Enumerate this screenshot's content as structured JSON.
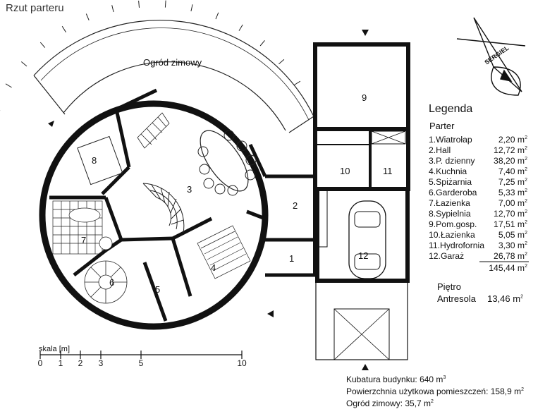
{
  "title": "Rzut parteru",
  "legend": {
    "title": "Legenda",
    "section": "Parter",
    "rooms": [
      {
        "name": "1.Wiatrołap",
        "area": "2,20 m",
        "sup": "2"
      },
      {
        "name": "2.Hall",
        "area": "12,72 m",
        "sup": "2"
      },
      {
        "name": "3.P. dzienny",
        "area": "38,20 m",
        "sup": "2"
      },
      {
        "name": "4.Kuchnia",
        "area": "7,40 m",
        "sup": "2"
      },
      {
        "name": "5.Spiżarnia",
        "area": "7,25 m",
        "sup": "2"
      },
      {
        "name": "6.Garderoba",
        "area": "5,33 m",
        "sup": "2"
      },
      {
        "name": "7.Łazienka",
        "area": "7,00 m",
        "sup": "2"
      },
      {
        "name": "8.Sypielnia",
        "area": "12,70 m",
        "sup": "2"
      },
      {
        "name": "9.Pom.gosp.",
        "area": "17,51 m",
        "sup": "2"
      },
      {
        "name": "10.Łazienka",
        "area": "5,05 m",
        "sup": "2"
      },
      {
        "name": "11.Hydrofornia",
        "area": "3,30 m",
        "sup": "2"
      },
      {
        "name": "12.Garaż",
        "area": "26,78 m",
        "sup": "2"
      }
    ],
    "total": "145,44 m",
    "total_sup": "2"
  },
  "upper": {
    "title": "Piętro",
    "name": "Antresola",
    "area": "13,46 m",
    "sup": "2"
  },
  "stats": [
    {
      "text": "Kubatura budynku: 640 m",
      "sup": "3"
    },
    {
      "text": "Powierzchnia użytkowa pomieszczeń: 158,9 m",
      "sup": "2"
    },
    {
      "text": "Ogród zimowy: 35,7 m",
      "sup": "2"
    }
  ],
  "scale": {
    "title": "skala [m]",
    "ticks": [
      "0",
      "1",
      "2",
      "3",
      "5",
      "10"
    ]
  },
  "plan_labels": {
    "garden": "Ogród zimowy",
    "r1": "1",
    "r2": "2",
    "r3": "3",
    "r4": "4",
    "r5": "5",
    "r6": "6",
    "r7": "7",
    "r8": "8",
    "r9": "9",
    "r10": "10",
    "r11": "11",
    "r12": "12",
    "compass": "SERGIEL"
  }
}
